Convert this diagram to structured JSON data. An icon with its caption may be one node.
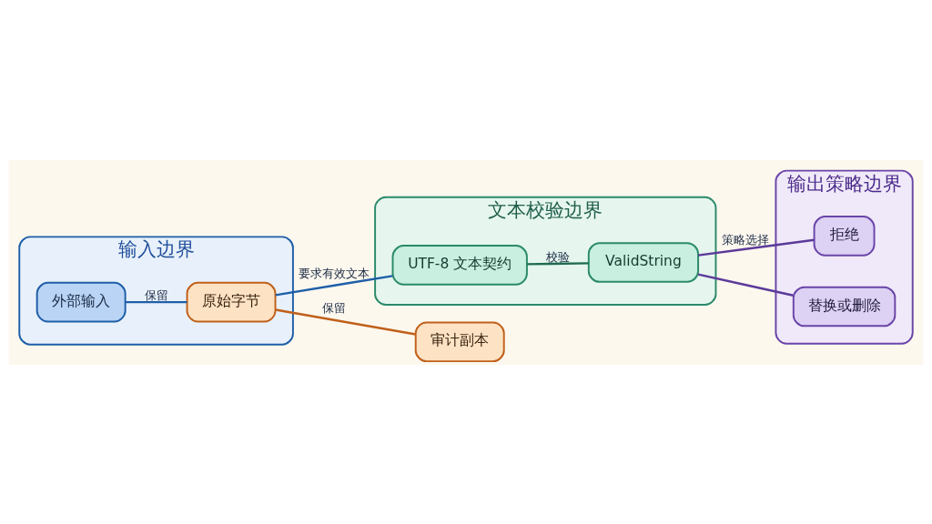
{
  "diagram": {
    "nodes": [
      {
        "text": [
          "输入边界"
        ]
      },
      {
        "text": [
          "外部输入"
        ],
        "in": 0
      },
      {
        "text": [
          "原始字节"
        ],
        "in": 0
      },
      {
        "text": [
          "文本校验边界"
        ]
      },
      {
        "text": [
          "UTF-8 文本契约"
        ],
        "in": 3
      },
      {
        "text": [
          "ValidString"
        ],
        "in": 3
      },
      {
        "text": [
          "输出策略边界"
        ]
      },
      {
        "text": [
          "拒绝"
        ],
        "in": 6
      },
      {
        "text": [
          "替换或删除"
        ],
        "in": 6
      },
      {
        "text": [
          "审计副本"
        ]
      }
    ],
    "edges": [
      {
        "from": 1,
        "to": 2,
        "arrow": "none",
        "label": "保留",
        "color": "#1f5fa8"
      },
      {
        "from": 2,
        "to": 4,
        "arrow": "none",
        "label": "要求有效文本",
        "color": "#1f5fa8"
      },
      {
        "from": 4,
        "to": 5,
        "arrow": "none",
        "label": "校验",
        "color": "#1f6b50"
      },
      {
        "from": 5,
        "to": 7,
        "arrow": "none",
        "label": "策略选择",
        "color": "#5b3a9a"
      },
      {
        "from": 5,
        "to": 8,
        "arrow": "none",
        "color": "#5b3a9a"
      },
      {
        "from": 2,
        "to": 9,
        "arrow": "none",
        "label": "保留",
        "color": "#c0601a"
      }
    ]
  }
}
